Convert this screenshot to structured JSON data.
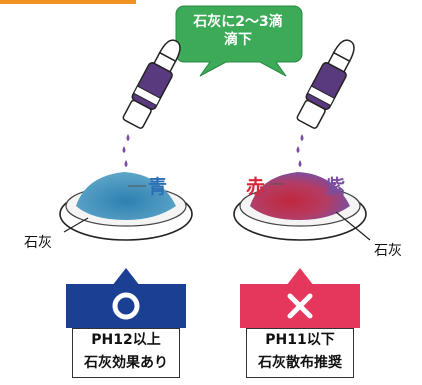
{
  "callout": {
    "line1": "石灰に2～3滴",
    "line2": "滴下"
  },
  "left_dish": {
    "color_label": "青",
    "label": "石灰"
  },
  "right_dish": {
    "color_label_1": "赤",
    "color_label_2": "紫",
    "label": "石灰"
  },
  "ok_card": {
    "symbol": "○",
    "line1": "PH12以上",
    "line2": "石灰効果あり"
  },
  "ng_card": {
    "symbol": "×",
    "line1": "PH11以下",
    "line2": "石灰散布推奨"
  },
  "colors": {
    "accent_orange": "#f29222",
    "callout_green": "#3daa58",
    "ok_blue": "#1a3f93",
    "ng_red": "#e5375c"
  }
}
